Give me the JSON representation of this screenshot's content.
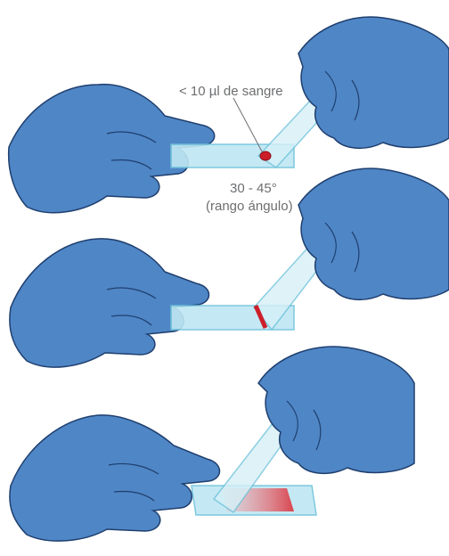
{
  "labels": {
    "blood_volume": "< 10 µl de  sangre",
    "angle": "30 - 45°",
    "angle_range": "(rango ángulo)"
  },
  "colors": {
    "glove_fill": "#4f86c6",
    "glove_shade": "#3d6fae",
    "glove_outline": "#1f3f6e",
    "slide_fill": "#bfe7f3",
    "slide_edge": "#6fc3dc",
    "blood": "#cc1f2a",
    "smear": "#d9454f",
    "label_text": "#6d6e70"
  },
  "steps": [
    {
      "name": "drop-placement",
      "has_drop": true
    },
    {
      "name": "spreader-contact",
      "has_line": true
    },
    {
      "name": "smear-spreading",
      "has_smear": true
    }
  ]
}
